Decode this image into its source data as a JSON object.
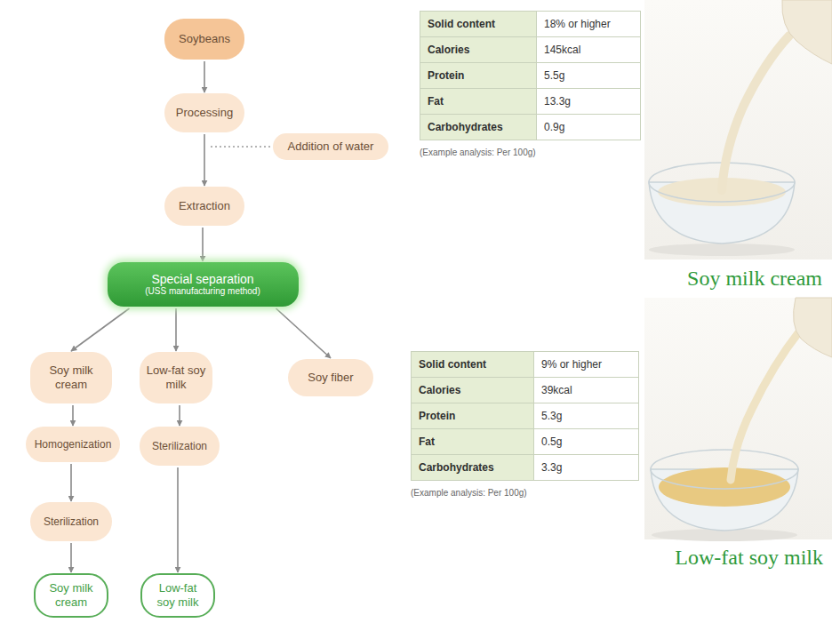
{
  "diagram": {
    "nodes": [
      {
        "text": [
          "Soybeans"
        ]
      },
      {
        "text": [
          "Processing"
        ]
      },
      {
        "text": [
          "Addition of water"
        ]
      },
      {
        "text": [
          "Extraction"
        ]
      },
      {
        "text": [
          "Special separation",
          "(USS manufacturing method)"
        ]
      },
      {
        "text": [
          "Soy milk cream"
        ]
      },
      {
        "text": [
          "Low-fat soy milk"
        ]
      },
      {
        "text": [
          "Soy fiber"
        ]
      },
      {
        "text": [
          "Homogenization"
        ]
      },
      {
        "text": [
          "Sterilization"
        ]
      },
      {
        "text": [
          "Sterilization"
        ]
      },
      {
        "text": [
          "Soy milk cream"
        ]
      },
      {
        "text": [
          "Low-fat soy milk"
        ]
      }
    ],
    "edges": [
      {
        "from": 0,
        "to": 1,
        "arrow": "to"
      },
      {
        "from": 1,
        "to": 3,
        "arrow": "to"
      },
      {
        "from": 3,
        "to": 4,
        "arrow": "to"
      },
      {
        "from": 4,
        "to": 5,
        "arrow": "to"
      },
      {
        "from": 4,
        "to": 6,
        "arrow": "to"
      },
      {
        "from": 4,
        "to": 7,
        "arrow": "to"
      },
      {
        "from": 5,
        "to": 8,
        "arrow": "to"
      },
      {
        "from": 8,
        "to": 10,
        "arrow": "to"
      },
      {
        "from": 10,
        "to": 11,
        "arrow": "to"
      },
      {
        "from": 6,
        "to": 9,
        "arrow": "to"
      },
      {
        "from": 9,
        "to": 12,
        "arrow": "to"
      }
    ],
    "labels": [
      "Solid content",
      "18% or higher",
      "Calories",
      "145kcal",
      "Protein",
      "5.5g",
      "Fat",
      "13.3g",
      "Carbohydrates",
      "0.9g",
      "(Example analysis: Per 100g)",
      "Soy milk cream",
      "Solid content",
      "9% or higher",
      "Calories",
      "39kcal",
      "Protein",
      "5.3g",
      "Fat",
      "0.5g",
      "Carbohydrates",
      "3.3g",
      "(Example analysis: Per 100g)",
      "Low-fat soy milk"
    ]
  }
}
